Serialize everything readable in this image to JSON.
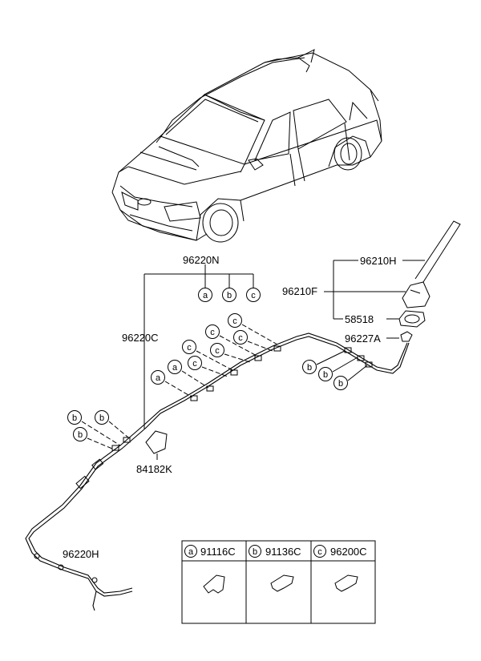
{
  "parts": {
    "p96220N": "96220N",
    "p96220C": "96220C",
    "p96210H": "96210H",
    "p96210F": "96210F",
    "p58518": "58518",
    "p96227A": "96227A",
    "p84182K": "84182K",
    "p96220H": "96220H"
  },
  "callouts": {
    "a": "a",
    "b": "b",
    "c": "c"
  },
  "legend": {
    "items": [
      {
        "letter": "a",
        "part": "91116C"
      },
      {
        "letter": "b",
        "part": "91136C"
      },
      {
        "letter": "c",
        "part": "96200C"
      }
    ]
  }
}
